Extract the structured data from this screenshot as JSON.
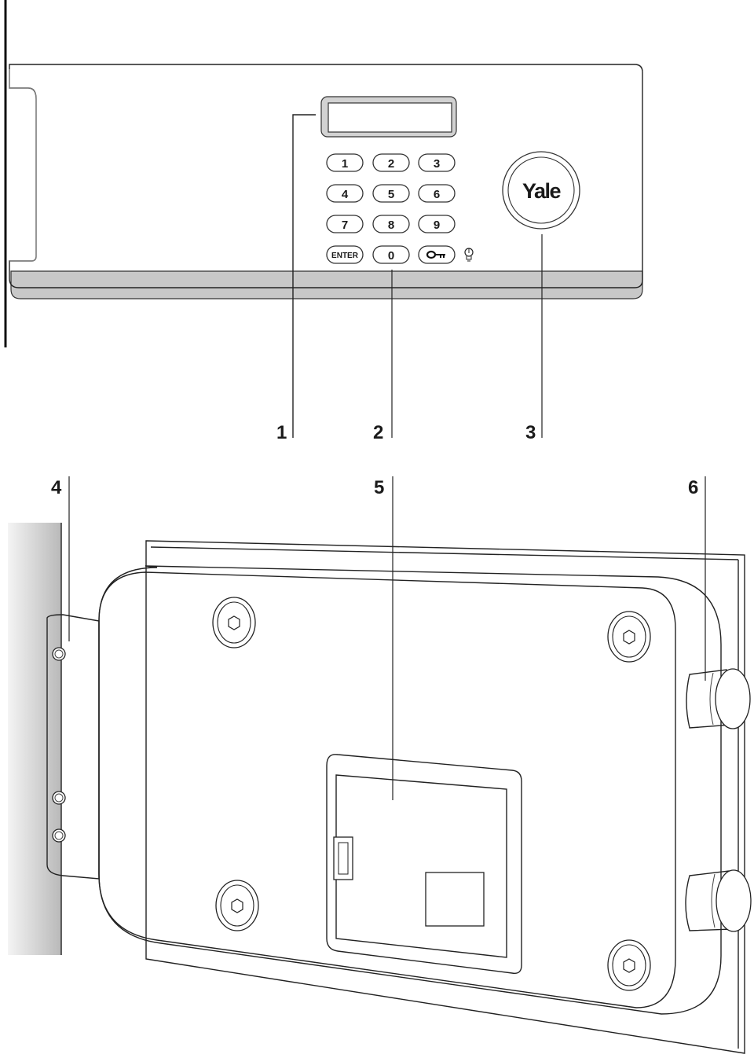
{
  "keypad": {
    "keys": [
      "1",
      "2",
      "3",
      "4",
      "5",
      "6",
      "7",
      "8",
      "9"
    ],
    "enter_label": "ENTER",
    "zero_label": "0",
    "key_icon": "key-icon",
    "light_icon": "bulb-icon"
  },
  "brand": {
    "logo_text": "Yale"
  },
  "callouts": {
    "c1": "1",
    "c2": "2",
    "c3": "3",
    "c4": "4",
    "c5": "5",
    "c6": "6"
  }
}
